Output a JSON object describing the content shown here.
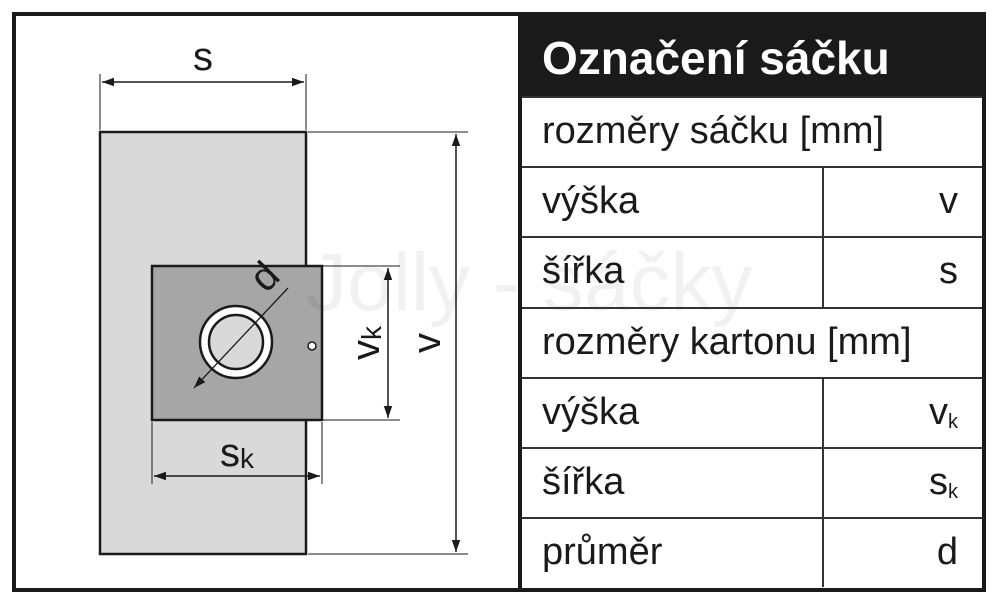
{
  "colors": {
    "border": "#1a1a1a",
    "bag_fill": "#d9d9d9",
    "carton_fill": "#a6a6a6",
    "header_bg": "#1a1a1a",
    "header_text": "#ffffff"
  },
  "diagram": {
    "label_s": "s",
    "label_v": "v",
    "label_vk": "v",
    "label_vk_sub": "k",
    "label_sk": "s",
    "label_sk_sub": "k",
    "label_d": "d"
  },
  "watermark": "Jolly - sáčky",
  "table": {
    "title": "Označení sáčku",
    "section_bag": "rozměry sáčku [mm]",
    "bag_rows": [
      {
        "label": "výška",
        "value": "v",
        "sub": ""
      },
      {
        "label": "šířka",
        "value": "s",
        "sub": ""
      }
    ],
    "section_carton": "rozměry kartonu [mm]",
    "carton_rows": [
      {
        "label": "výška",
        "value": "v",
        "sub": "k"
      },
      {
        "label": "šířka",
        "value": "s",
        "sub": "k"
      },
      {
        "label": "průměr",
        "value": "d",
        "sub": ""
      }
    ]
  }
}
